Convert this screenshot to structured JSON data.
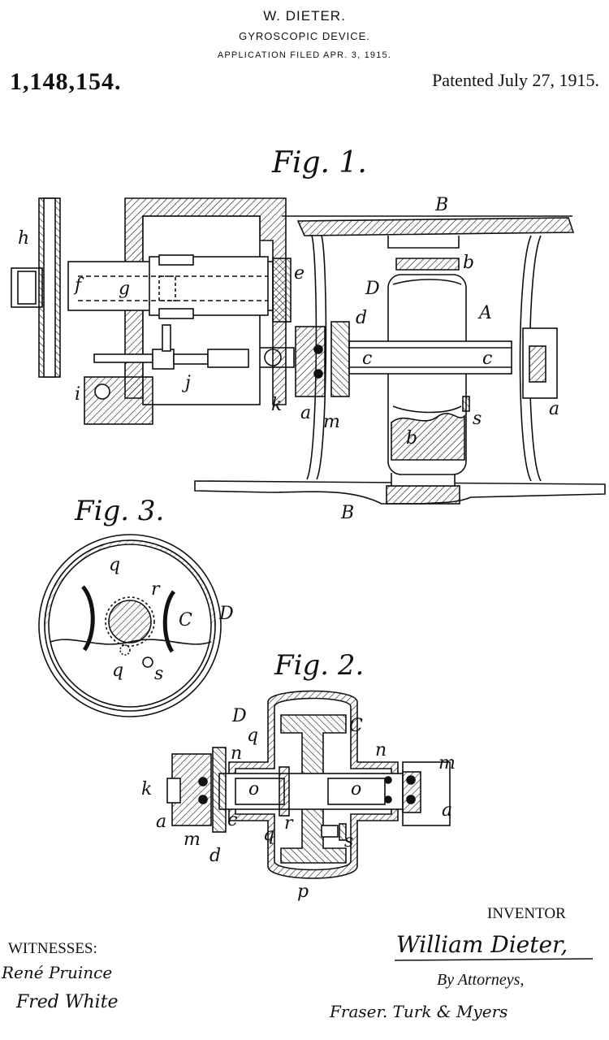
{
  "header": {
    "inventor": "W. DIETER.",
    "title": "GYROSCOPIC DEVICE.",
    "application": "APPLICATION FILED APR. 3, 1915.",
    "patent_number": "1,148,154.",
    "patented": "Patented July 27, 1915."
  },
  "figures": {
    "fig1": "Fig. 1.",
    "fig2": "Fig. 2.",
    "fig3": "Fig. 3."
  },
  "labels": {
    "fig1": [
      "B",
      "b",
      "D",
      "A",
      "d",
      "c",
      "c",
      "a",
      "s",
      "b",
      "B",
      "h",
      "f",
      "g",
      "e",
      "i",
      "j",
      "k",
      "a",
      "m"
    ],
    "fig3": [
      "q",
      "r",
      "C",
      "D",
      "q",
      "s"
    ],
    "fig2": [
      "D",
      "C",
      "q",
      "n",
      "n",
      "m",
      "k",
      "o",
      "o",
      "a",
      "a",
      "c",
      "m",
      "q",
      "r",
      "d",
      "s",
      "p"
    ]
  },
  "footer": {
    "inventor_label": "INVENTOR",
    "inventor_signature": "William Dieter,",
    "by_attorneys": "By Attorneys,",
    "attorneys_signature": "Fraser. Turk & Myers",
    "witnesses_label": "WITNESSES:",
    "witness_1": "René Pruince",
    "witness_2": "Fred White"
  }
}
